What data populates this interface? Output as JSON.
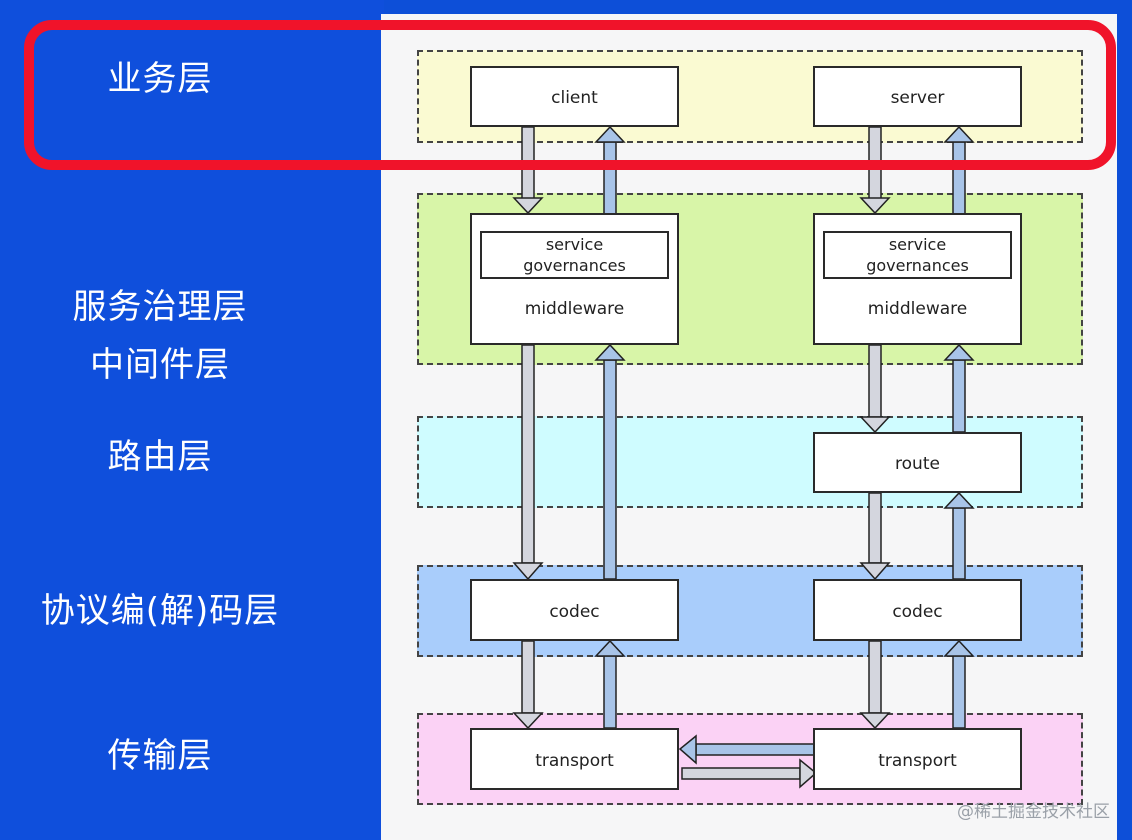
{
  "layers": [
    {
      "name": "业务层"
    },
    {
      "name": "服务治理层\n中间件层"
    },
    {
      "name": "路由层"
    },
    {
      "name": "协议编(解)码层"
    },
    {
      "name": "传输层"
    }
  ],
  "nodes": {
    "client": "client",
    "server": "server",
    "service_governances": "service\ngovernances",
    "middleware": "middleware",
    "route": "route",
    "codec": "codec",
    "transport": "transport"
  },
  "watermark": "@稀土掘金技术社区",
  "colors": {
    "left_panel": "#0f4fdc",
    "business_band": "#fafad2",
    "middleware_band": "#d8f5a8",
    "route_band": "#cffcff",
    "codec_band": "#a9cdfb",
    "transport_band": "#fbd2f5",
    "highlight": "#f0132a",
    "arrow_down": "#d4d6de",
    "arrow_up": "#a8c4e8"
  }
}
